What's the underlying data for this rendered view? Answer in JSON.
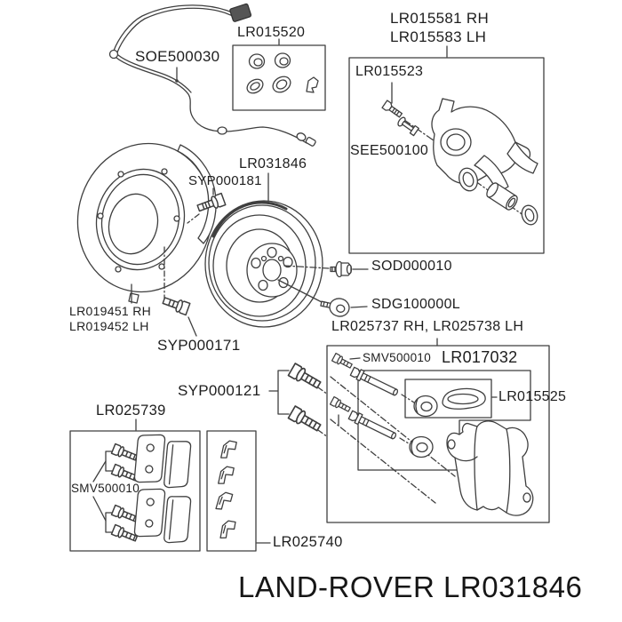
{
  "title": "Land Rover rear brake components parts diagram",
  "colors": {
    "line": "#3f3f3f",
    "text": "#1e1e1e",
    "background": "#ffffff"
  },
  "labels": {
    "abs_sensor": "SOE500030",
    "piston_seal_kit": "LR015520",
    "caliper_rh": "LR015581 RH",
    "caliper_lh": "LR015583 LH",
    "bleed_screw": "LR015523",
    "caliper_repair_kit": "SEE500100",
    "brake_disc": "LR031846",
    "shield_bolt": "SYP000181",
    "shield_rh": "LR019451 RH",
    "shield_lh": "LR019452 LH",
    "disc_screw": "SYP000171",
    "hub_bolt": "SOD000010",
    "disc_set_screw": "SDG100000L",
    "bracket_assembly": "LR025737 RH, LR025738 LH",
    "guide_bolt": "SMV500010",
    "guide_pin_kit": "LR017032",
    "boot_kit": "LR015525",
    "bracket_bolts": "SYP000121",
    "pad_kit": "LR025739",
    "pad_bolts": "SMV500010",
    "clip_kit": "LR025740"
  },
  "footer": {
    "text": "LAND-ROVER LR031846"
  }
}
